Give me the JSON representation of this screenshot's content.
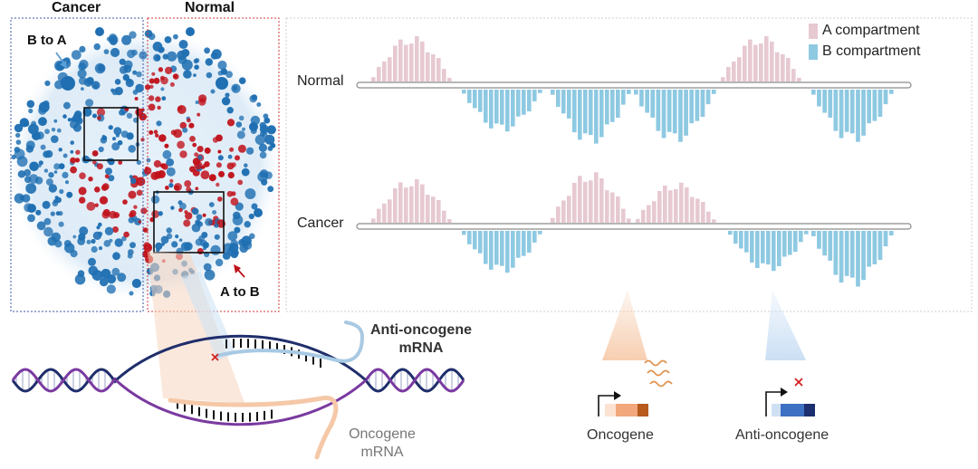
{
  "nucleus": {
    "cancer_label": "Cancer",
    "normal_label": "Normal",
    "b_to_a_label": "B to A",
    "a_to_b_label": "A to B"
  },
  "tracks": {
    "normal_label": "Normal",
    "cancer_label": "Cancer"
  },
  "legend": {
    "a_label": "A compartment",
    "b_label": "B compartment",
    "a_color": "#e7c9d1",
    "b_color": "#8ec9e2"
  },
  "genes": {
    "oncogene_label": "Oncogene",
    "anti_oncogene_label": "Anti-oncogene"
  },
  "mrna": {
    "anti_line1": "Anti-oncogene",
    "anti_line2": "mRNA",
    "onco_line1": "Oncogene",
    "onco_line2": "mRNA"
  },
  "colors": {
    "cancer_red": "#c0121b",
    "chromatin_blue": "#1f6fb2",
    "dna_navy": "#1f2e6b",
    "dna_purple": "#7a3aa0",
    "onco_orange": "#e8956a",
    "anti_blue": "#3a6fc4"
  }
}
